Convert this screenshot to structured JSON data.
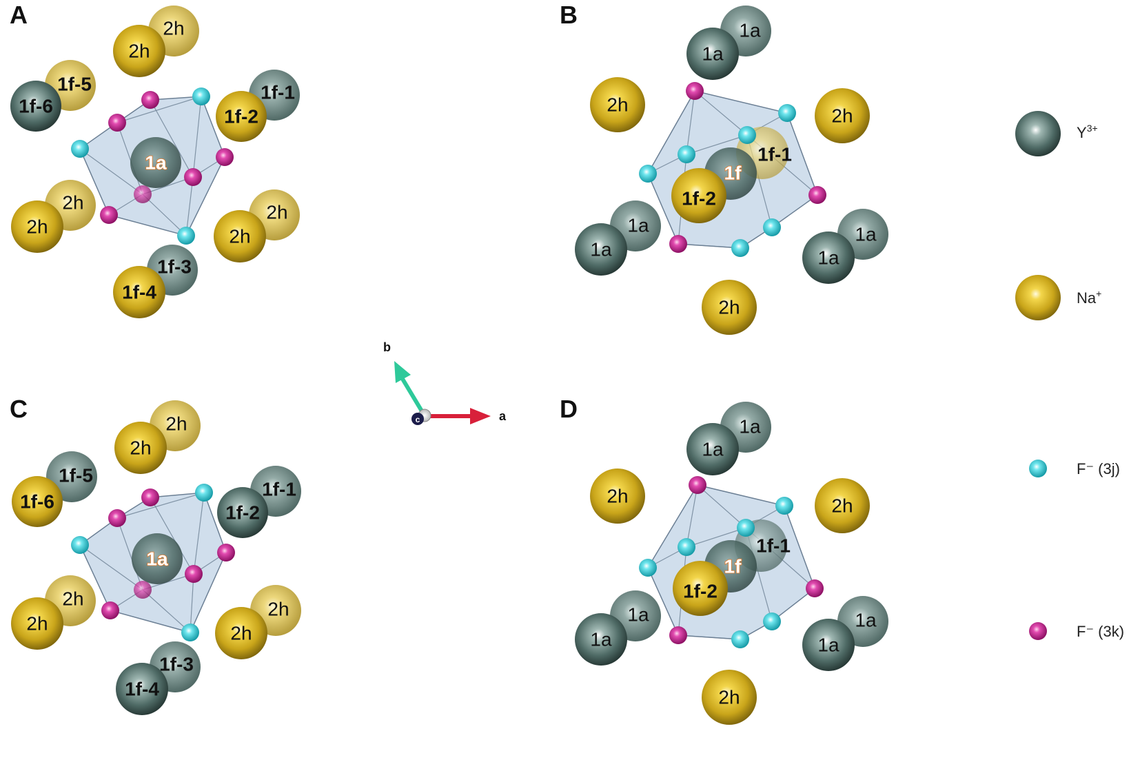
{
  "panels": [
    {
      "letter": "A",
      "center_label": "1a",
      "labels": {
        "top_back": "2h",
        "top_front": "2h",
        "ul_back": "1f-5",
        "ul_front": "1f-6",
        "ur_back": "1f-1",
        "ur_front": "1f-2",
        "ll_back": "2h",
        "ll_front": "2h",
        "lr_back": "2h",
        "lr_front": "2h",
        "bot_back": "1f-3",
        "bot_front": "1f-4"
      }
    },
    {
      "letter": "B",
      "center_label": "1f",
      "labels": {
        "top_back": "1a",
        "top_front": "1a",
        "left": "2h",
        "right": "2h",
        "inner_1": "1f-1",
        "inner_2": "1f-2",
        "ll_back": "1a",
        "ll_front": "1a",
        "lr_back": "1a",
        "lr_front": "1a",
        "bottom": "2h"
      }
    },
    {
      "letter": "C",
      "center_label": "1a",
      "labels": {
        "top_back": "2h",
        "top_front": "2h",
        "ul_back": "1f-5",
        "ul_front": "1f-6",
        "ur_back": "1f-1",
        "ur_front": "1f-2",
        "ll_back": "2h",
        "ll_front": "2h",
        "lr_back": "2h",
        "lr_front": "2h",
        "bot_back": "1f-3",
        "bot_front": "1f-4"
      }
    },
    {
      "letter": "D",
      "center_label": "1f",
      "labels": {
        "top_back": "1a",
        "top_front": "1a",
        "left": "2h",
        "right": "2h",
        "inner_1": "1f-1",
        "inner_2": "1f-2",
        "ll_back": "1a",
        "ll_front": "1a",
        "lr_back": "1a",
        "lr_front": "1a",
        "bottom": "2h"
      }
    }
  ],
  "axes": {
    "a": "a",
    "b": "b",
    "c": "c"
  },
  "legend": {
    "y": {
      "label": "Y",
      "sup": "3+",
      "color": "#4f6b66"
    },
    "na": {
      "label": "Na",
      "sup": "+",
      "color": "#d4b21f"
    },
    "f3j": {
      "label": "F⁻ (3j)",
      "color": "#35d0dc"
    },
    "f3k": {
      "label": "F⁻ (3k)",
      "color": "#d6289a"
    }
  },
  "colors": {
    "y_ion": "#4f6b66",
    "na_ion": "#d4b21f",
    "f_3j": "#35d0dc",
    "f_3k": "#d6289a",
    "polyhedron": "#a9c2dc",
    "axis_a": "#d8203a",
    "axis_b": "#2ec99a",
    "axis_c": "#1c1d4a"
  }
}
